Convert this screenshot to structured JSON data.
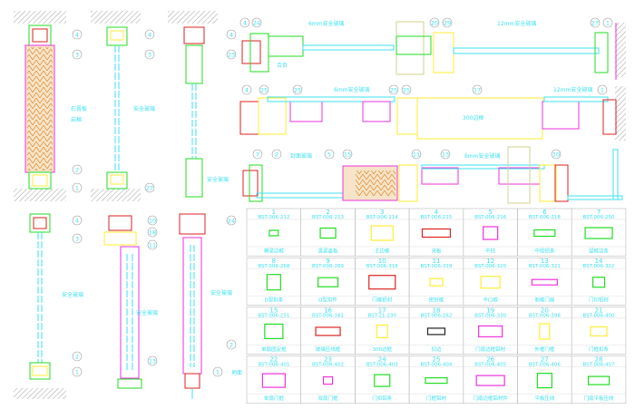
{
  "callouts": [
    "4",
    "3",
    "2",
    "1",
    "4",
    "3",
    "27",
    "4",
    "23",
    "4",
    "3",
    "2",
    "1",
    "10",
    "18",
    "11",
    "13",
    "24",
    "2",
    "1",
    "4",
    "24",
    "20",
    "29",
    "27",
    "1",
    "4",
    "25",
    "25",
    "25",
    "25",
    "17",
    "1",
    "7",
    "2",
    "5",
    "15",
    "11",
    "13",
    "10"
  ],
  "labels": {
    "top_glass_6mm": "6mm安全玻璃",
    "top_glass_12mm": "12mm安全玻璃",
    "hinge": "合页",
    "mid_glass_6mm": "6mm安全玻璃",
    "mid_frame_300": "300边框",
    "mid_glass_12mm": "12mm安全玻璃",
    "bot_cover_glass": "封面玻璃",
    "bot_glass_6mm": "6mm安全玻璃",
    "left_gypsum": "石膏板",
    "left_wool": "岩棉",
    "col2_glass": "安全玻璃",
    "col3_glass": "安全玻璃",
    "low1_glass": "安全玻璃",
    "low2_glass": "安全玻璃",
    "low3_glass": "安全玻璃",
    "low3_floor": "地面"
  },
  "profiles": [
    {
      "num": "1",
      "code": "BST-006-212",
      "label": "横梁边框",
      "color": "#22dd22"
    },
    {
      "num": "2",
      "code": "BST-006-213",
      "label": "竖梁盖板",
      "color": "#22dd22"
    },
    {
      "num": "3",
      "code": "BST-006-214",
      "label": "主边框",
      "color": "#ffee33"
    },
    {
      "num": "4",
      "code": "BST-006-215",
      "label": "夹板",
      "color": "#dd2222"
    },
    {
      "num": "5",
      "code": "BST-006-216",
      "label": "中柱",
      "color": "#ee33dd"
    },
    {
      "num": "6",
      "code": "BST-006-218",
      "label": "中挺铝条",
      "color": "#22dd22"
    },
    {
      "num": "7",
      "code": "BST-006-250",
      "label": "竖框边条",
      "color": "#22dd22"
    },
    {
      "num": "8",
      "code": "BST-006-268",
      "label": "D型扣条",
      "color": "#22dd22"
    },
    {
      "num": "9",
      "code": "BST-006-269",
      "label": "D型扣件",
      "color": "#22dd22"
    },
    {
      "num": "10",
      "code": "BST-006-318",
      "label": "门框铝材",
      "color": "#dd2222"
    },
    {
      "num": "11",
      "code": "BST-006-319",
      "label": "密封框",
      "color": "#ffee33"
    },
    {
      "num": "12",
      "code": "BST-006-320",
      "label": "平口框",
      "color": "#ffee33"
    },
    {
      "num": "13",
      "code": "BST-006-321",
      "label": "侧框门扇",
      "color": "#ee33dd"
    },
    {
      "num": "14",
      "code": "BST-006-322",
      "label": "门扣铝材",
      "color": "#22dd22"
    },
    {
      "num": "15",
      "code": "BST-006-251",
      "label": "单扇固定框",
      "color": "#22dd22"
    },
    {
      "num": "16",
      "code": "BST-006-161",
      "label": "玻璃压线框",
      "color": "#dd2222"
    },
    {
      "num": "17",
      "code": "BST-21-230",
      "label": "300边框",
      "color": "#ffee33"
    },
    {
      "num": "18",
      "code": "BST-006-262",
      "label": "扣边",
      "color": "#222222"
    },
    {
      "num": "19",
      "code": "BST-006-330",
      "label": "门扇边框铝材",
      "color": "#ee33dd"
    },
    {
      "num": "20",
      "code": "BST-006-398",
      "label": "外框门框",
      "color": "#ffee33"
    },
    {
      "num": "21",
      "code": "BST-006-400",
      "label": "门框扣条",
      "color": "#ffee33"
    },
    {
      "num": "22",
      "code": "BST-006-401",
      "label": "单扇门框",
      "color": "#ee33dd"
    },
    {
      "num": "23",
      "code": "BST-006-402",
      "label": "双扇门框",
      "color": "#ee33dd"
    },
    {
      "num": "24",
      "code": "BST-006-403",
      "label": "门扣铝条",
      "color": "#22dd22"
    },
    {
      "num": "25",
      "code": "BST-006-404",
      "label": "门框铝材",
      "color": "#22dd22"
    },
    {
      "num": "26",
      "code": "BST-006-405",
      "label": "门扇边框铝材件",
      "color": "#ee33dd"
    },
    {
      "num": "27",
      "code": "BST-006-406",
      "label": "平板压线",
      "color": "#22dd22"
    },
    {
      "num": "28",
      "code": "BST-006-407",
      "label": "门扇平板压线",
      "color": "#22dd22"
    }
  ]
}
